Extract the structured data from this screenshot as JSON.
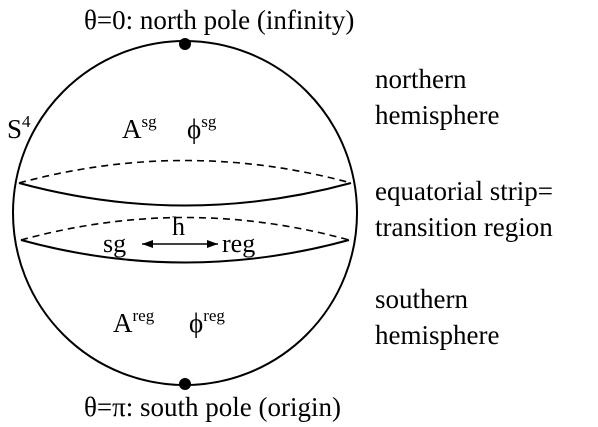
{
  "top_label": "θ=0: north pole (infinity)",
  "bottom_label": "θ=π: south pole (origin)",
  "sphere_label": {
    "base": "S",
    "sup": "4"
  },
  "north_fields": {
    "A_base": "A",
    "A_sup": "sg",
    "phi_base": "ϕ",
    "phi_sup": "sg"
  },
  "south_fields": {
    "A_base": "A",
    "A_sup": "reg",
    "phi_base": "ϕ",
    "phi_sup": "reg"
  },
  "strip": {
    "h": "h",
    "left": "sg",
    "right": "reg"
  },
  "side_labels": {
    "northern": [
      "northern",
      "hemisphere"
    ],
    "equatorial": [
      "equatorial strip=",
      "transition region"
    ],
    "southern": [
      "southern",
      "hemisphere"
    ]
  },
  "colors": {
    "ink": "#000000",
    "background": "#ffffff"
  }
}
